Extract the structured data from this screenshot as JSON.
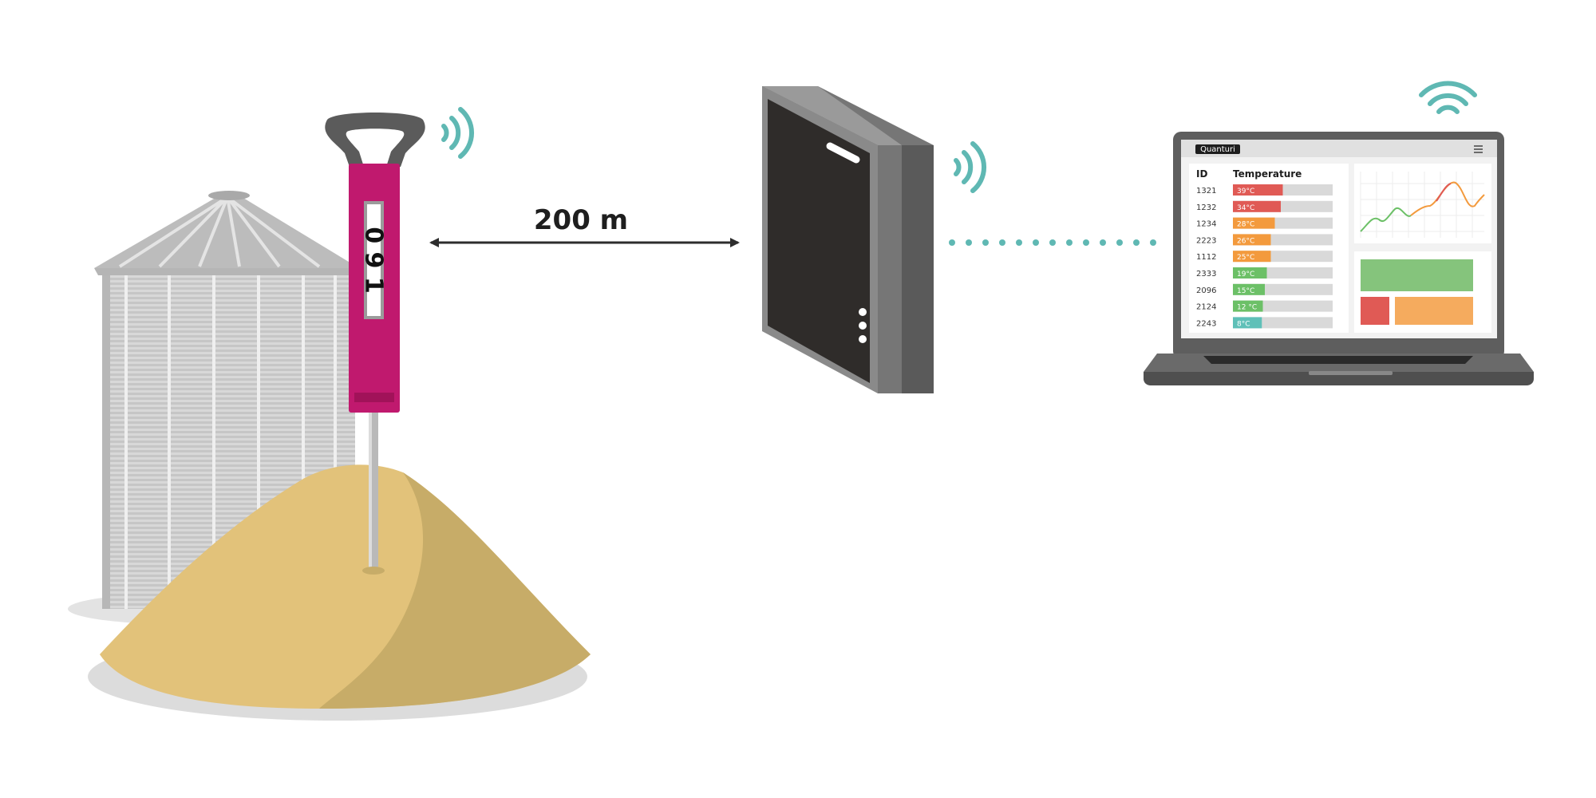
{
  "distance_label": "200 m",
  "probe": {
    "serial": "0 9 1"
  },
  "laptop": {
    "logo": "Quanturi",
    "menu_icon": "hamburger-menu-icon",
    "table_headers": {
      "id": "ID",
      "temperature": "Temperature"
    },
    "rows": [
      {
        "id": "1321",
        "temp": "39°C",
        "level": 0.5,
        "color": "#e05a55"
      },
      {
        "id": "1232",
        "temp": "34°C",
        "level": 0.48,
        "color": "#e05a55"
      },
      {
        "id": "1234",
        "temp": "28°C",
        "level": 0.42,
        "color": "#f39a3d"
      },
      {
        "id": "2223",
        "temp": "26°C",
        "level": 0.38,
        "color": "#f39a3d"
      },
      {
        "id": "1112",
        "temp": "25°C",
        "level": 0.38,
        "color": "#f39a3d"
      },
      {
        "id": "2333",
        "temp": "19°C",
        "level": 0.34,
        "color": "#6cc067"
      },
      {
        "id": "2096",
        "temp": "15°C",
        "level": 0.32,
        "color": "#6cc067"
      },
      {
        "id": "2124",
        "temp": "12 °C",
        "level": 0.3,
        "color": "#6cc067"
      },
      {
        "id": "2243",
        "temp": "8°C",
        "level": 0.29,
        "color": "#5fc0b8"
      }
    ]
  },
  "colors": {
    "probe": "#c0196e",
    "wireless": "#5fb8b3",
    "grain": "#e2c27a",
    "grain_shadow": "#c7ac68",
    "gateway": "#6d6d6d",
    "red": "#e05a55",
    "orange": "#f39a3d",
    "green": "#6cc067",
    "teal": "#5fc0b8"
  },
  "icons": [
    "wifi-signal-icon",
    "double-arrow-icon",
    "hamburger-menu-icon"
  ]
}
